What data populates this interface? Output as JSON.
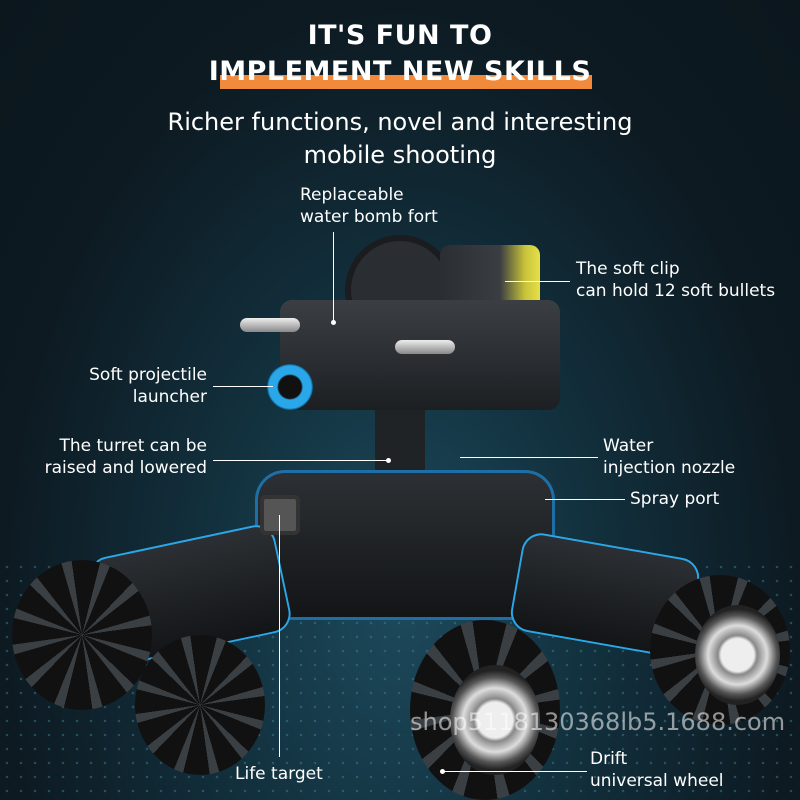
{
  "headline": {
    "line1": "IT'S FUN TO",
    "line2": "IMPLEMENT NEW SKILLS",
    "accent_color": "#f18a3a"
  },
  "subtitle": {
    "line1": "Richer functions, novel and interesting",
    "line2": "mobile shooting"
  },
  "callouts": {
    "fort": {
      "line1": "Replaceable",
      "line2": "water bomb fort"
    },
    "clip": {
      "line1": "The soft clip",
      "line2": "can hold 12 soft bullets"
    },
    "launcher": {
      "line1": "Soft projectile",
      "line2": "launcher"
    },
    "turret": {
      "line1": "The turret can be",
      "line2": "raised and lowered"
    },
    "nozzle": {
      "line1": "Water",
      "line2": "injection nozzle"
    },
    "spray": {
      "line1": "Spray port"
    },
    "target": {
      "line1": "Life target"
    },
    "wheel": {
      "line1": "Drift",
      "line2": "universal wheel"
    }
  },
  "watermark": "shop5118130368lb5.1688.com"
}
